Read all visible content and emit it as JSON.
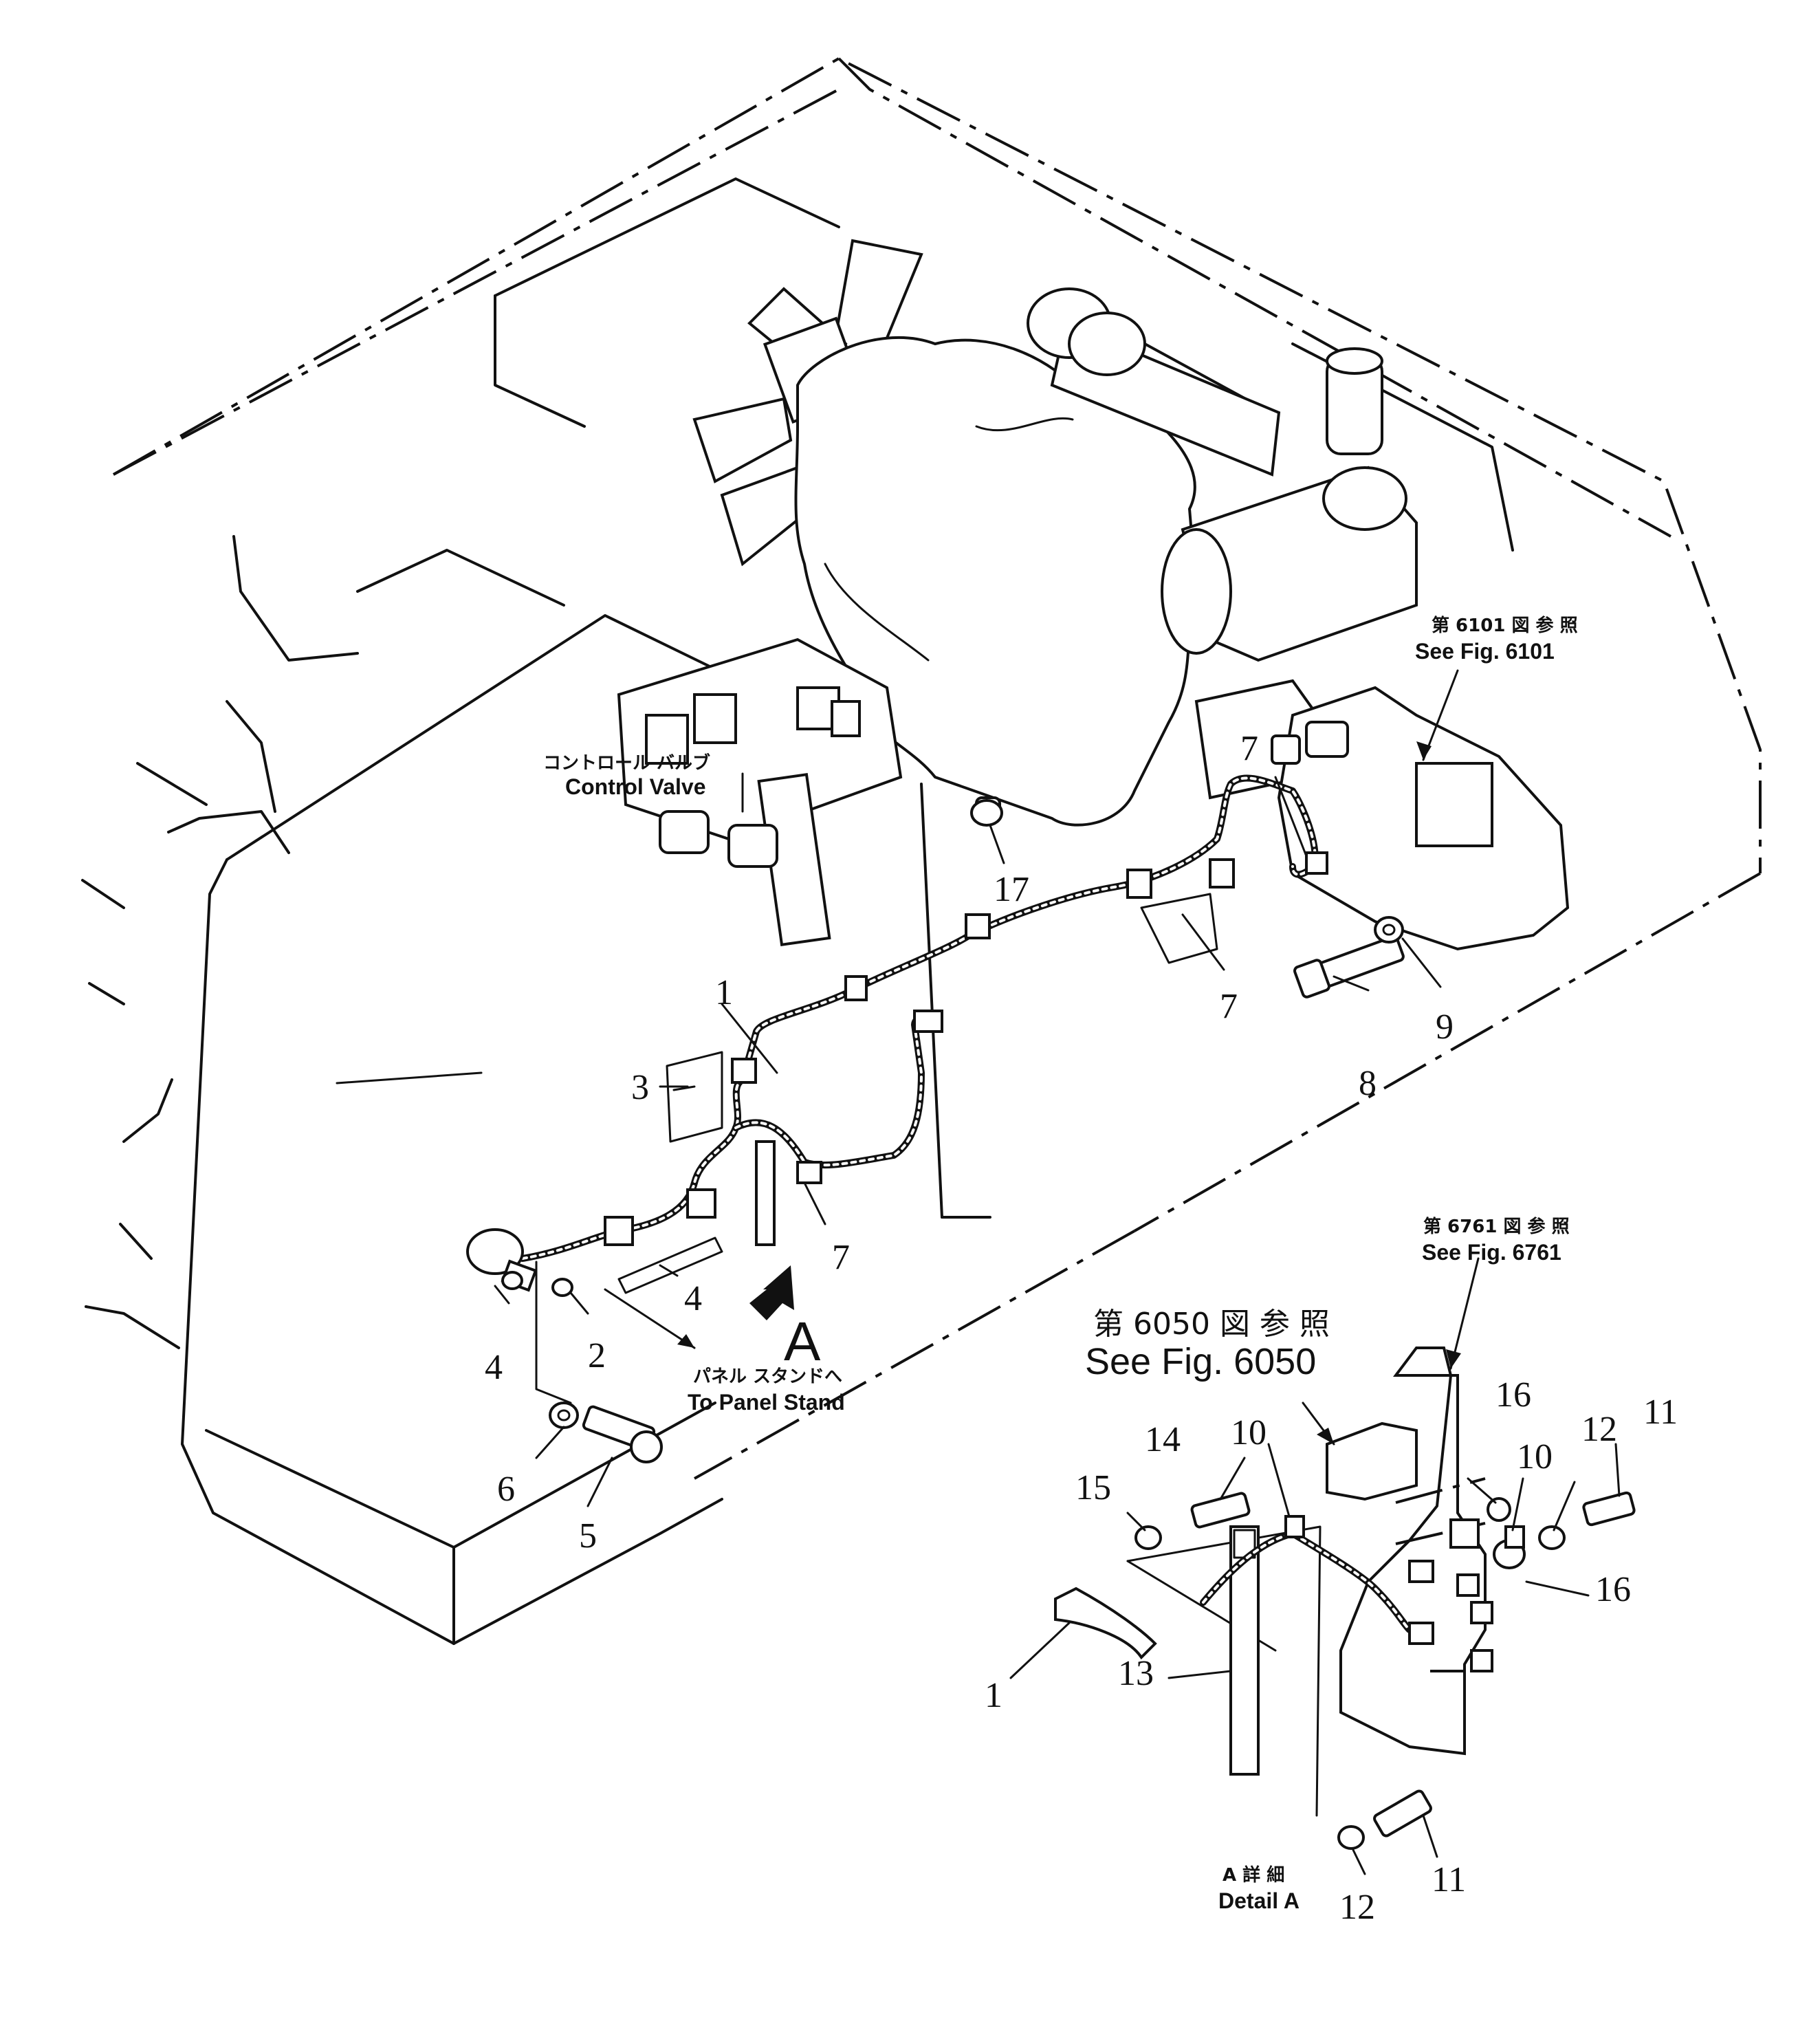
{
  "diagram": {
    "view_letter": "A",
    "callouts": {
      "ref_6101": {
        "ja": "第 6101 図 参 照",
        "en": "See Fig. 6101"
      },
      "ref_6761": {
        "ja": "第 6761 図 参 照",
        "en": "See Fig. 6761"
      },
      "ref_6050": {
        "ja": "第 6050 図 参 照",
        "en": "See Fig. 6050"
      },
      "control_valve": {
        "ja": "コントロール バルブ",
        "en": "Control Valve"
      },
      "panel_stand": {
        "ja": "パネル スタンドへ",
        "en": "To Panel Stand"
      },
      "detail_a": {
        "ja": "A 詳 細",
        "en": "Detail A"
      }
    },
    "part_numbers": {
      "main": {
        "p1": "1",
        "p2": "2",
        "p3": "3",
        "p4a": "4",
        "p4b": "4",
        "p5": "5",
        "p6": "6",
        "p7a": "7",
        "p7b": "7",
        "p7c": "7",
        "p8": "8",
        "p9": "9",
        "p17": "17"
      },
      "detail": {
        "p1": "1",
        "p10a": "10",
        "p10b": "10",
        "p11a": "11",
        "p11b": "11",
        "p12a": "12",
        "p12b": "12",
        "p13": "13",
        "p14": "14",
        "p15": "15",
        "p16a": "16",
        "p16b": "16"
      }
    }
  }
}
